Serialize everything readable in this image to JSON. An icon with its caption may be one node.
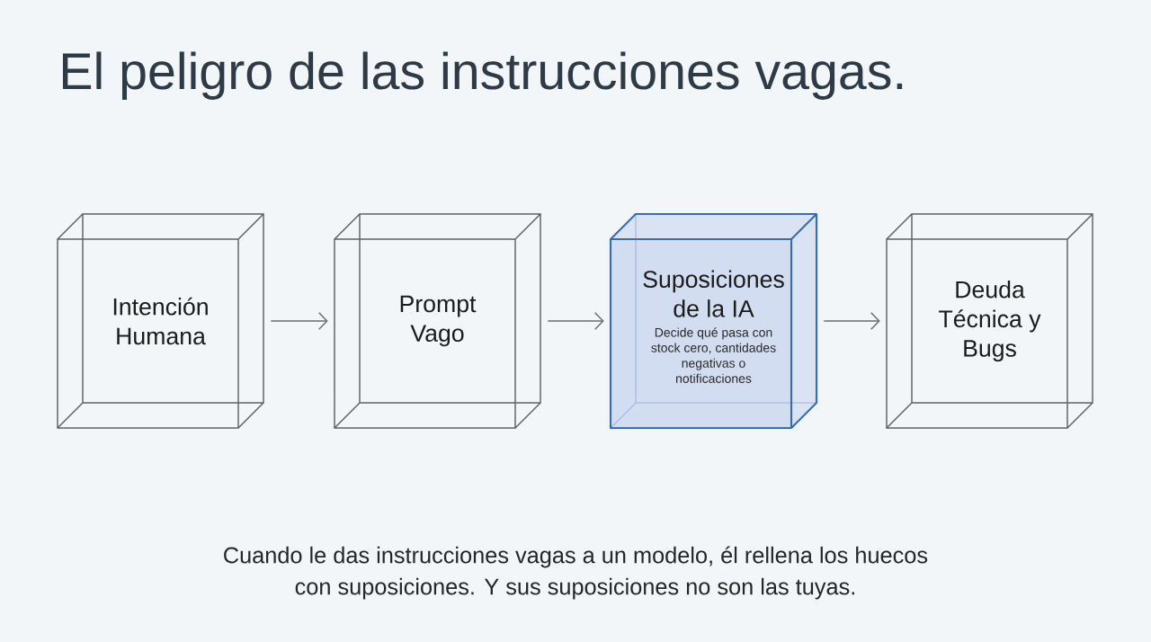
{
  "diagram": {
    "title": "El peligro de las instrucciones vagas.",
    "nodes": [
      {
        "text": [
          "Intención Humana"
        ]
      },
      {
        "text": [
          "Prompt Vago"
        ]
      },
      {
        "text": [
          "Suposiciones de la IA",
          "Decide qué pasa con stock cero, cantidades negativas o notificaciones"
        ]
      },
      {
        "text": [
          "Deuda Técnica y Bugs"
        ]
      }
    ],
    "edges": [
      {
        "from": 0,
        "to": 1,
        "arrow": "to"
      },
      {
        "from": 1,
        "to": 2,
        "arrow": "to"
      },
      {
        "from": 2,
        "to": 3,
        "arrow": "to"
      }
    ],
    "caption": "Cuando le das instrucciones vagas a un modelo, él rellena los huecos con suposiciones. Y sus suposiciones no son las tuyas."
  }
}
